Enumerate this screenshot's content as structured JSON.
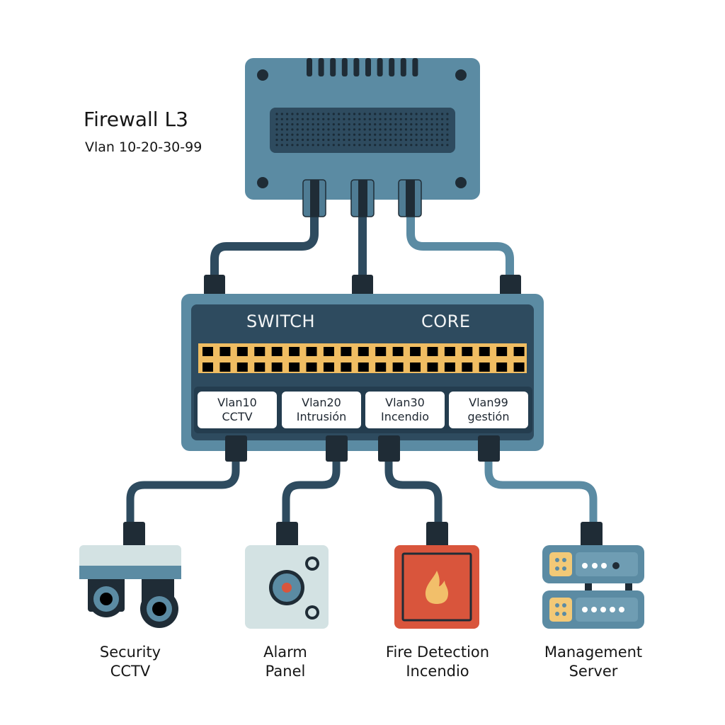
{
  "firewall": {
    "title": "Firewall L3",
    "subtitle": "Vlan 10-20-30-99",
    "vent_slots": 10,
    "uplink_ports": 3
  },
  "switch": {
    "label_left": "SWITCH",
    "label_right": "CORE",
    "ports_per_row": 19,
    "port_rows": 2,
    "vlans": [
      {
        "id": "Vlan10",
        "name": "CCTV"
      },
      {
        "id": "Vlan20",
        "name": "Intrusión"
      },
      {
        "id": "Vlan30",
        "name": "Incendio"
      },
      {
        "id": "Vlan99",
        "name": "gestión"
      }
    ]
  },
  "devices": [
    {
      "line1": "Security",
      "line2": "CCTV",
      "icon": "cctv-camera-icon"
    },
    {
      "line1": "Alarm",
      "line2": "Panel",
      "icon": "alarm-panel-icon"
    },
    {
      "line1": "Fire Detection",
      "line2": "Incendio",
      "icon": "fire-icon"
    },
    {
      "line1": "Management",
      "line2": "Server",
      "icon": "server-icon"
    }
  ],
  "colors": {
    "steel_blue": "#5b8ba3",
    "dark_navy": "#2e4b5f",
    "connector": "#1f2c36",
    "port_panel": "#f0bd62",
    "alarm_red": "#d9553c",
    "flame": "#f2bf6a",
    "light_panel": "#d3e2e3"
  }
}
